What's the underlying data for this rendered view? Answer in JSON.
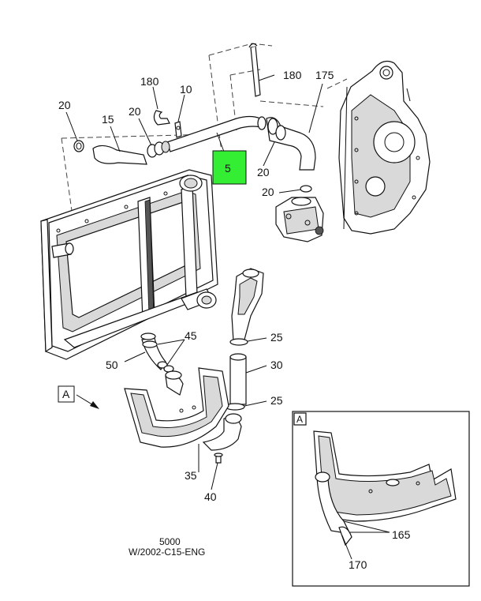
{
  "callouts": {
    "c180a": "180",
    "c10": "10",
    "c180b": "180",
    "c175": "175",
    "c20a": "20",
    "c15": "15",
    "c20b": "20",
    "c5": "5",
    "c20c": "20",
    "c20d": "20",
    "c45": "45",
    "c25a": "25",
    "c50": "50",
    "c30": "30",
    "c25b": "25",
    "c35": "35",
    "c40": "40",
    "c165": "165",
    "c170": "170"
  },
  "view_ref": {
    "marker": "A",
    "inset_marker": "A"
  },
  "footer": {
    "code": "5000",
    "drawing": "W/2002-C15-ENG"
  },
  "colors": {
    "highlight": "#33ee33",
    "line": "#111111",
    "dash": "#444444"
  }
}
